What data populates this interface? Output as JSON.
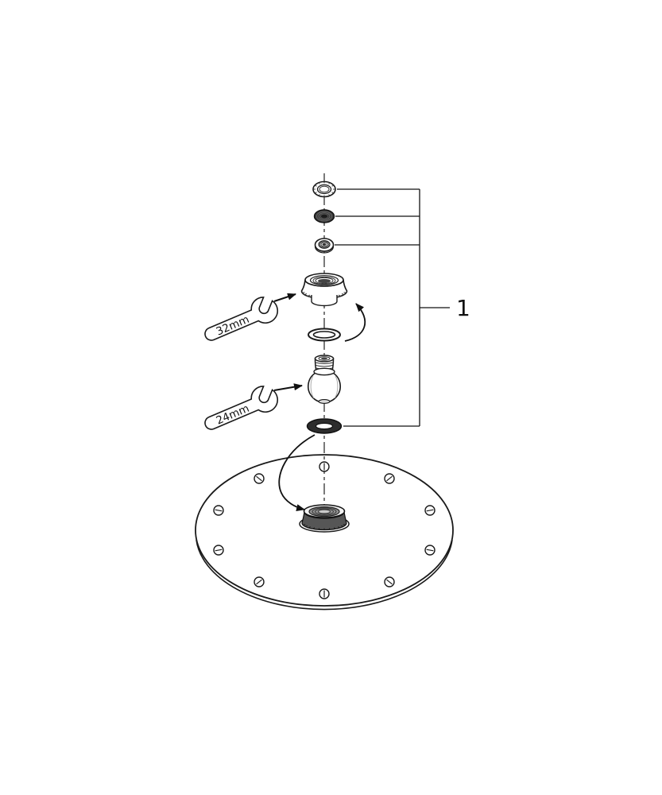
{
  "diagram": {
    "background_color": "#ffffff",
    "line_color": "#1a1a1a",
    "gasket_fill_color": "#3b3b3b",
    "o_ring_fill_color": "#2d2d2d",
    "callout": {
      "label": "1"
    },
    "tools": {
      "upper": {
        "label": "32mm",
        "icon": "wrench-icon"
      },
      "lower": {
        "label": "24mm",
        "icon": "wrench-icon"
      }
    }
  }
}
